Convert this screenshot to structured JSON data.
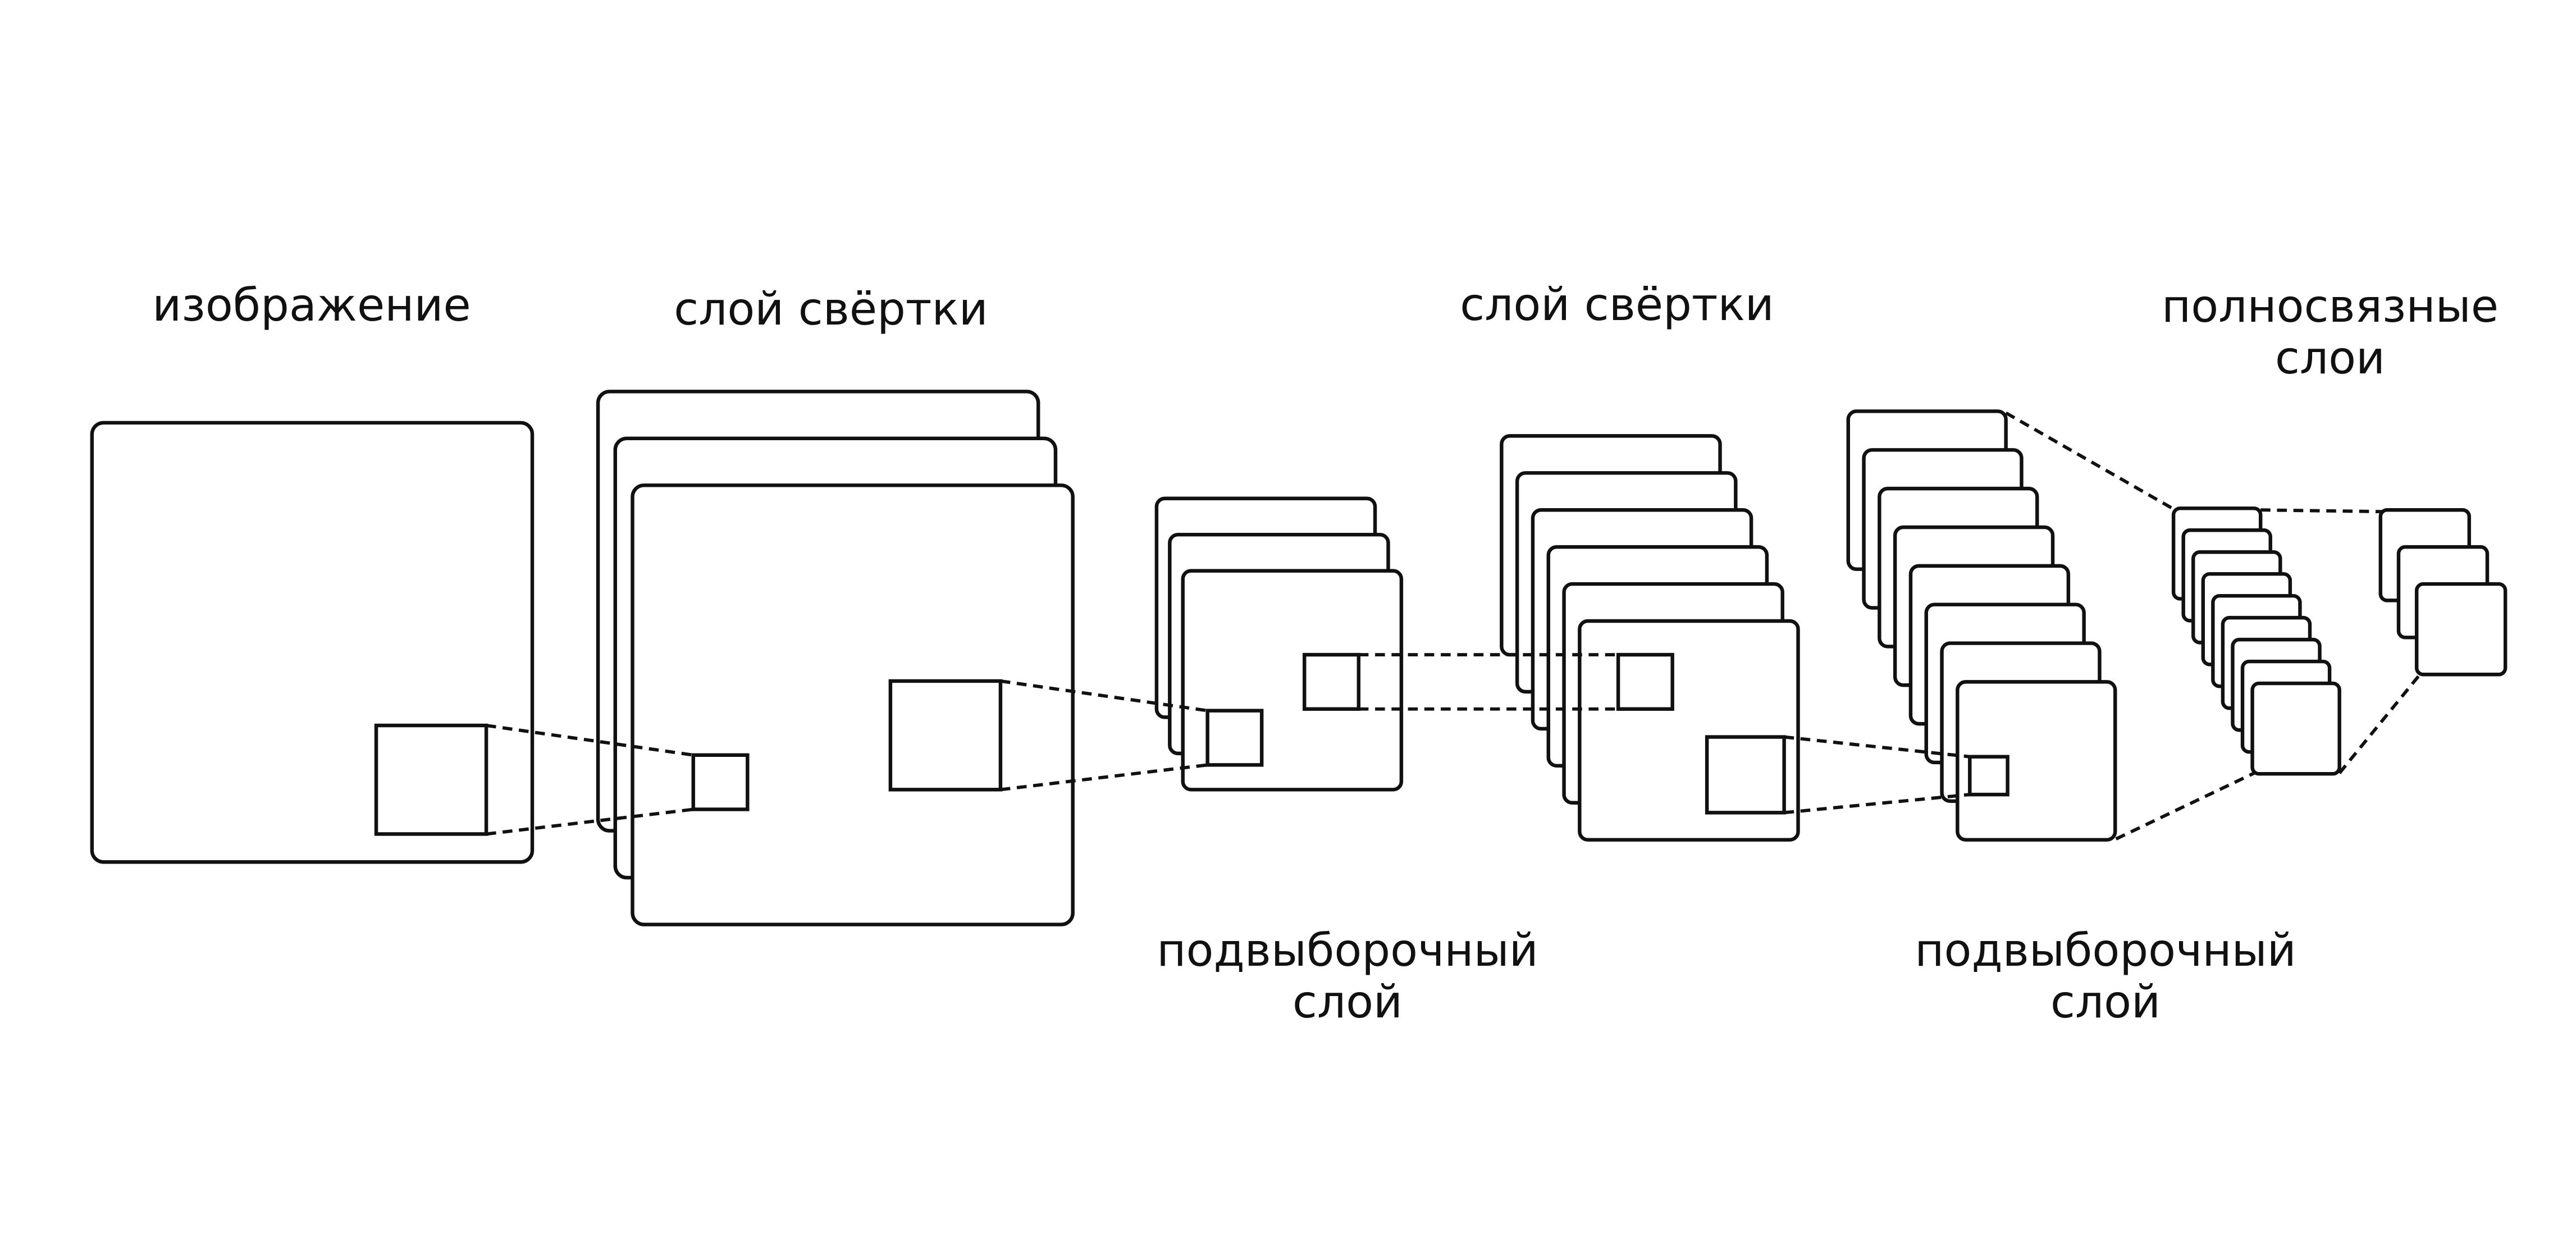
{
  "colors": {
    "stroke": "#111111",
    "background": "#ffffff"
  },
  "labels": {
    "image": "изображение",
    "conv1": "слой свёртки",
    "conv2": "слой свёртки",
    "pool1": [
      "подвыборочный",
      "слой"
    ],
    "pool2": [
      "подвыборочный",
      "слой"
    ],
    "fc": [
      "полносвязные",
      "слои"
    ]
  },
  "stacks": {
    "conv1_count": 3,
    "pool1_count": 3,
    "conv2_count": 6,
    "pool2_count": 8,
    "fc1_count": 9,
    "fc2_count": 3
  }
}
